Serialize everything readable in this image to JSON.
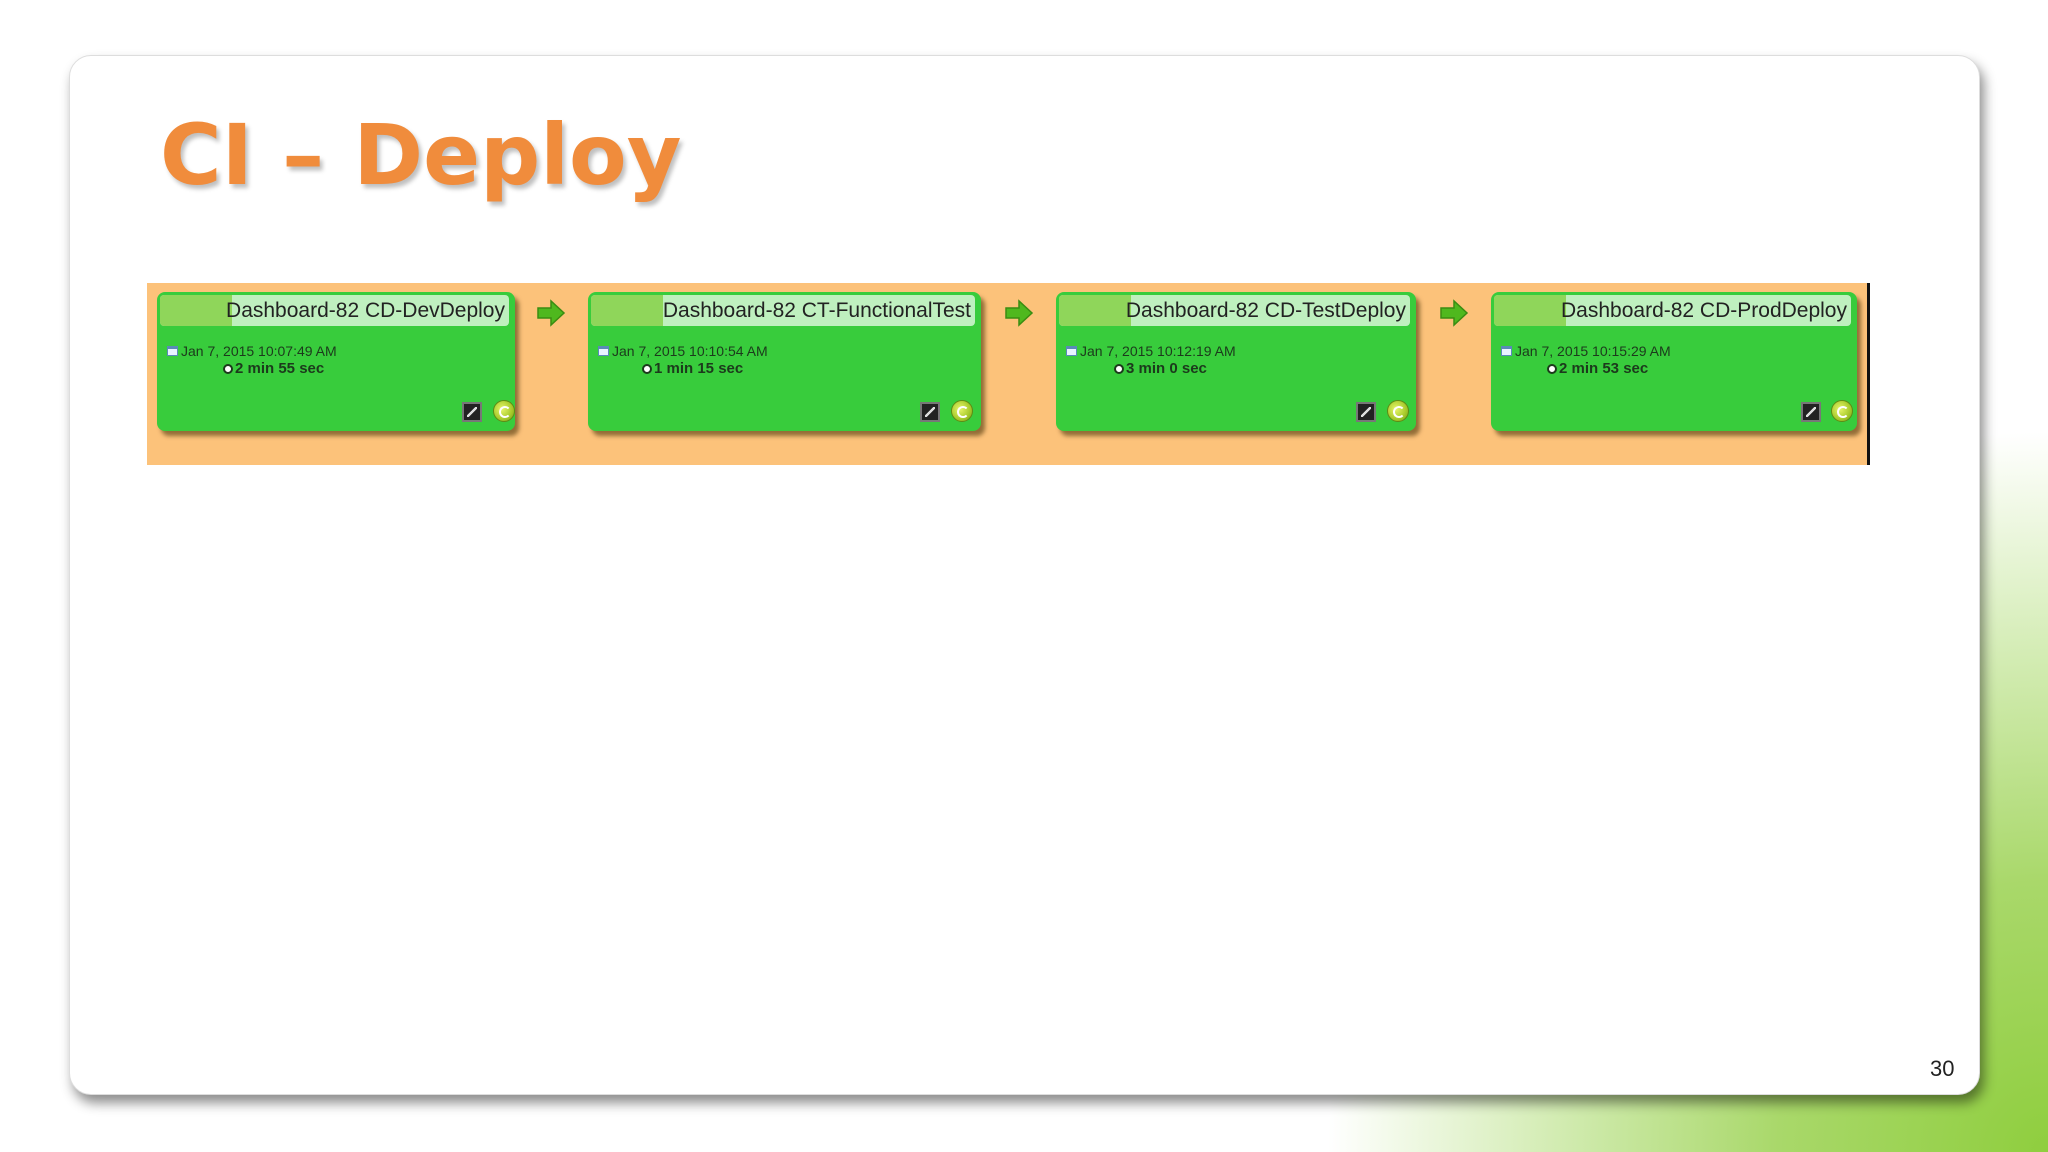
{
  "slide": {
    "title": "CI – Deploy",
    "page_number": "30"
  },
  "pipeline": {
    "jobs": [
      {
        "name": "Dashboard-82 CD-DevDeploy",
        "date": "Jan 7, 2015 10:07:49 AM",
        "duration": "2 min 55 sec"
      },
      {
        "name": "Dashboard-82 CT-FunctionalTest",
        "date": "Jan 7, 2015 10:10:54 AM",
        "duration": "1 min 15 sec"
      },
      {
        "name": "Dashboard-82 CD-TestDeploy",
        "date": "Jan 7, 2015 10:12:19 AM",
        "duration": "3 min 0 sec"
      },
      {
        "name": "Dashboard-82 CD-ProdDeploy",
        "date": "Jan 7, 2015 10:15:29 AM",
        "duration": "2 min 53 sec"
      }
    ]
  },
  "colors": {
    "title": "#f08c3c",
    "pipeline_background": "#fcc27a",
    "job_success": "#38cc3c",
    "job_header": "#bff0bf"
  },
  "icons": {
    "date": "calendar-icon",
    "duration": "clock-icon",
    "console": "console-icon",
    "rebuild": "rebuild-icon",
    "flow": "arrow-right-icon"
  }
}
